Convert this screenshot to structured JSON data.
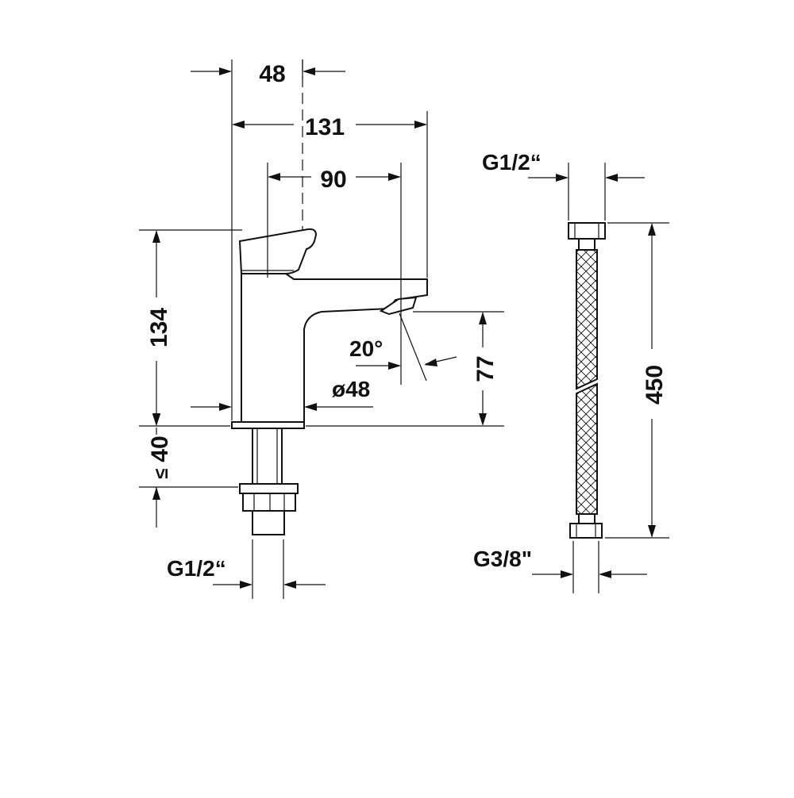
{
  "dimensions": {
    "d48": "48",
    "d131": "131",
    "d90": "90",
    "d134": "134",
    "d20deg": "20°",
    "dia48": "ø48",
    "d77": "77",
    "d40": "40",
    "le_symbol": "≤",
    "thread_tap": "G1/2“",
    "thread_hose_top": "G1/2“",
    "thread_hose_bottom": "G3/8\"",
    "d450": "450"
  },
  "colors": {
    "line": "#111111",
    "background": "#ffffff"
  }
}
